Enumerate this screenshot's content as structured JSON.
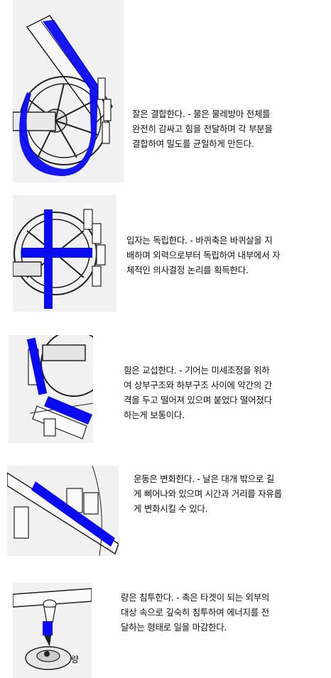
{
  "sections": [
    {
      "id": "wheel-wrap",
      "text": "잘은 결합한다. - 물은 물레방아 전체를\n완전히 감싸고 힘을 전달하며 각 부분을\n결합하여 밀도를 균일하게 만든다."
    },
    {
      "id": "axle",
      "text": "입자는 독립한다. - 바퀴축은 바퀴살을 지\n배하며 외력으로부터 독립하여 내부에서 자\n체적인 의사결정 논리를 획득한다."
    },
    {
      "id": "gear",
      "text": "힘은 교섭한다. - 기어는 미세조정을 위하\n여 상부구조와 하부구조 사이에 약간의 간\n격을 두고 떨어져 있으며 붙었다 떨어졌다\n하는게 보통이다."
    },
    {
      "id": "arm",
      "text": "운동은 변화한다. - 날은 대개 밖으로 길\n게 삐어나와 있으며 시간과 거리를 자유롭\n게 변화시킬 수 있다."
    },
    {
      "id": "pestle",
      "text": "량은 침투한다. - 촉은 타겟이 되는 외부의\n대상 속으로 깊숙히 침투하여 에너지를 전\n달하는 형태로 일을 마감한다.",
      "label": "량"
    }
  ],
  "colors": {
    "highlight": "#0a0af0",
    "ink": "#222222",
    "panel_bg": "#f1f1f1"
  }
}
